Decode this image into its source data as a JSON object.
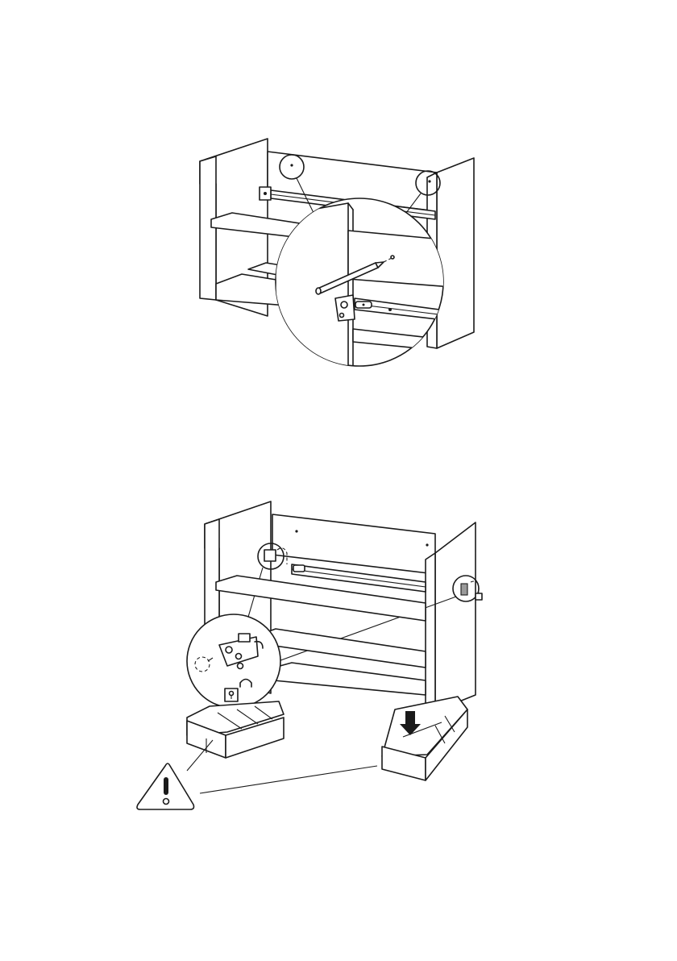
{
  "steps": [
    {
      "id": "step-1",
      "callouts": [
        "left-top-hole-detail",
        "right-top-hole-detail",
        "pencil-marking-magnifier"
      ]
    },
    {
      "id": "step-2",
      "callouts": [
        "rail-clip-detail-left",
        "rail-clip-detail-right",
        "unlock-magnifier",
        "caution-warning"
      ]
    }
  ],
  "icons": {
    "warning": "warning-triangle-icon",
    "unlock": "unlocked-padlock-icon",
    "arrow": "down-arrow-icon"
  },
  "colors": {
    "line": "#1a1a1a",
    "background": "#ffffff"
  }
}
